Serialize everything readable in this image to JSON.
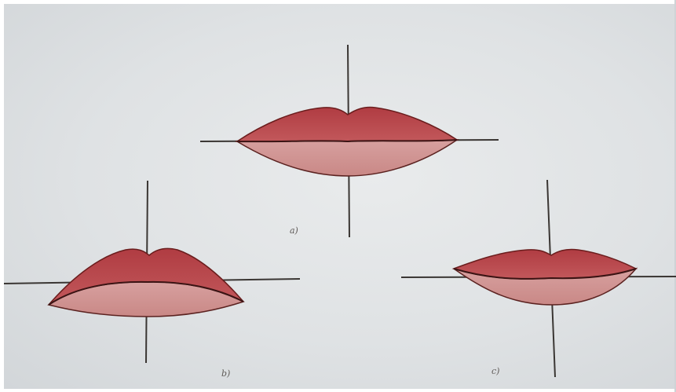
{
  "figures": [
    {
      "id": "a",
      "caption": "a)"
    },
    {
      "id": "b",
      "caption": "b)"
    },
    {
      "id": "c",
      "caption": "c)"
    }
  ],
  "colors": {
    "upper_lip": "#b8454a",
    "lower_lip": "#d9a3a2",
    "axis": "#3a3633",
    "background": "#e2e5e7"
  }
}
